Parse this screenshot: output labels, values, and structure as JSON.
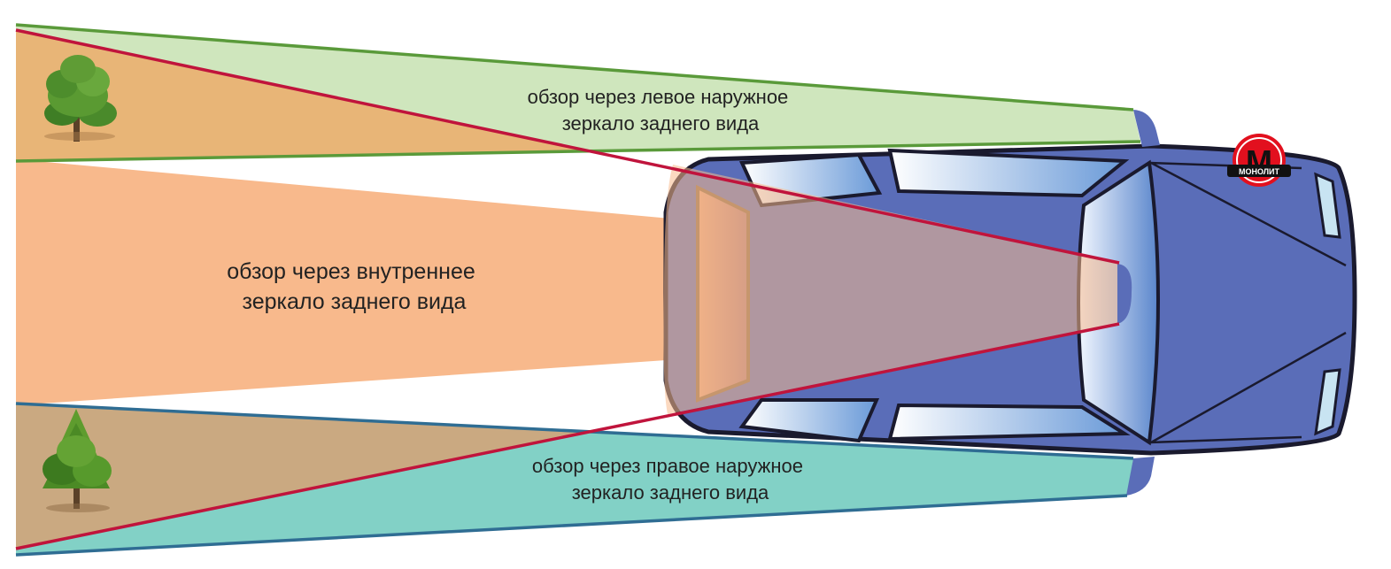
{
  "labels": {
    "left_mirror": [
      "обзор через левое наружное",
      "зеркало заднего вида"
    ],
    "interior_mirror": [
      "обзор через внутреннее",
      "зеркало заднего вида"
    ],
    "right_mirror": [
      "обзор через правое наружное",
      "зеркало заднего вида"
    ]
  },
  "logo": {
    "letter": "М",
    "text": "МОНОЛИТ"
  },
  "colors": {
    "left_zone": "#cfe6bd",
    "left_line": "#5a9a3a",
    "interior_zone": "#f8b98c",
    "interior_line": "#c0143c",
    "right_zone": "#82d1c6",
    "right_line": "#2f6d93",
    "car_body": "#5a6db8",
    "car_outline": "#1a1a2e",
    "logo_red": "#e2101e"
  }
}
